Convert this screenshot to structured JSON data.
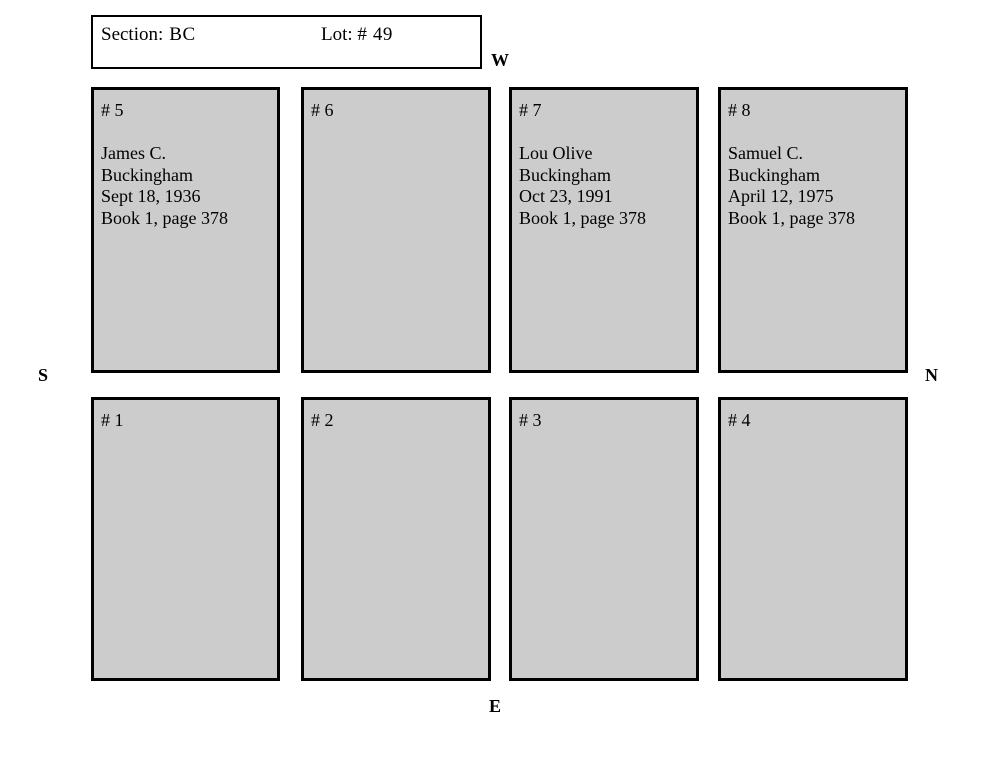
{
  "header": {
    "section_label": "Section:",
    "section_value": "BC",
    "lot_label": "Lot: #",
    "lot_value": "49"
  },
  "compass": {
    "north": "N",
    "south": "S",
    "east": "E",
    "west": "W"
  },
  "plots": [
    {
      "number": "# 5",
      "name_line1": "James C.",
      "name_line2": "Buckingham",
      "date": "Sept 18, 1936",
      "reference": "Book 1, page 378"
    },
    {
      "number": "# 6",
      "name_line1": "",
      "name_line2": "",
      "date": "",
      "reference": ""
    },
    {
      "number": "# 7",
      "name_line1": "Lou Olive",
      "name_line2": "Buckingham",
      "date": "Oct 23, 1991",
      "reference": "Book 1, page 378"
    },
    {
      "number": "# 8",
      "name_line1": "Samuel C.",
      "name_line2": "Buckingham",
      "date": "April 12, 1975",
      "reference": "Book 1, page 378"
    },
    {
      "number": "# 1",
      "name_line1": "",
      "name_line2": "",
      "date": "",
      "reference": ""
    },
    {
      "number": "# 2",
      "name_line1": "",
      "name_line2": "",
      "date": "",
      "reference": ""
    },
    {
      "number": "# 3",
      "name_line1": "",
      "name_line2": "",
      "date": "",
      "reference": ""
    },
    {
      "number": "# 4",
      "name_line1": "",
      "name_line2": "",
      "date": "",
      "reference": ""
    }
  ],
  "colors": {
    "plot_fill": "#cccccc",
    "plot_border": "#000000",
    "header_fill": "#ffffff",
    "page_background": "#ffffff"
  }
}
